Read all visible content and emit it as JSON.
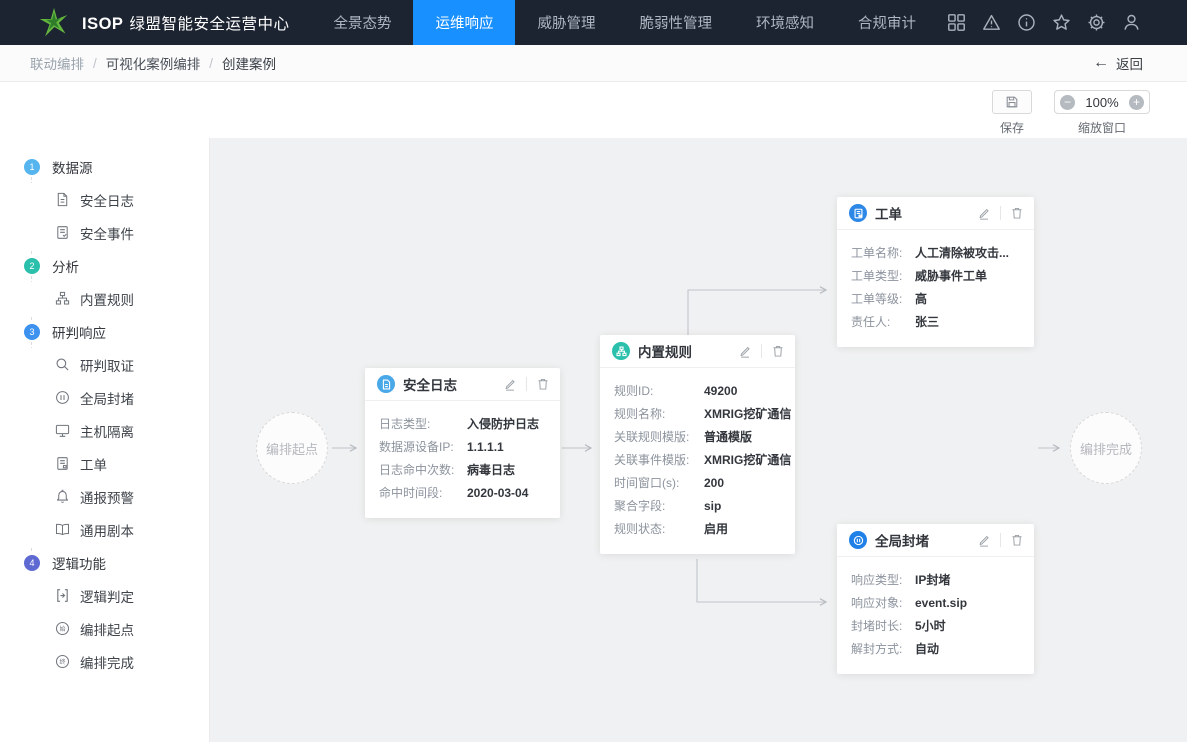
{
  "colors": {
    "accent": "#1890ff",
    "navbar_bg": "#1c2431",
    "canvas_bg": "#f0f1f2",
    "section_1": "#56b4ef",
    "section_2": "#2ac0ab",
    "section_3": "#3d92f0",
    "section_4": "#5e6ad2",
    "node_log_icon": "#49a8e8",
    "node_rule_icon": "#2ac0ab",
    "node_ticket_icon": "#2d87e6",
    "node_block_icon": "#1f80e8",
    "logo_green": "#63b63e"
  },
  "navbar": {
    "brand_bold": "ISOP",
    "brand_rest": "绿盟智能安全运营中心",
    "menu": [
      {
        "label": "全景态势",
        "active": false
      },
      {
        "label": "运维响应",
        "active": true
      },
      {
        "label": "威胁管理",
        "active": false
      },
      {
        "label": "脆弱性管理",
        "active": false
      },
      {
        "label": "环境感知",
        "active": false
      },
      {
        "label": "合规审计",
        "active": false
      }
    ],
    "icons": [
      "apps-grid",
      "alert-triangle",
      "info-circle",
      "star",
      "settings-gear",
      "user"
    ]
  },
  "breadcrumb": {
    "items": [
      "联动编排",
      "可视化案例编排",
      "创建案例"
    ],
    "separator": "/",
    "back_arrow": "←",
    "back_label": "返回"
  },
  "toolbar": {
    "save_label": "保存",
    "zoom_out": "−",
    "zoom_value": "100%",
    "zoom_in": "+",
    "zoom_label": "缩放窗口"
  },
  "sidebar": {
    "sections": [
      {
        "num": "1",
        "label": "数据源",
        "color": "#56b4ef",
        "items": [
          {
            "icon": "file-icon",
            "label": "安全日志"
          },
          {
            "icon": "file-check-icon",
            "label": "安全事件"
          }
        ]
      },
      {
        "num": "2",
        "label": "分析",
        "color": "#2ac0ab",
        "items": [
          {
            "icon": "org-chart-icon",
            "label": "内置规则"
          }
        ]
      },
      {
        "num": "3",
        "label": "研判响应",
        "color": "#3d92f0",
        "items": [
          {
            "icon": "search-icon",
            "label": "研判取证"
          },
          {
            "icon": "pause-circle-icon",
            "label": "全局封堵"
          },
          {
            "icon": "monitor-icon",
            "label": "主机隔离"
          },
          {
            "icon": "clipboard-icon",
            "label": "工单"
          },
          {
            "icon": "bell-icon",
            "label": "通报预警"
          },
          {
            "icon": "book-icon",
            "label": "通用剧本"
          }
        ]
      },
      {
        "num": "4",
        "label": "逻辑功能",
        "color": "#5e6ad2",
        "items": [
          {
            "icon": "fork-icon",
            "label": "逻辑判定"
          },
          {
            "icon": "start-circle-icon",
            "label": "编排起点"
          },
          {
            "icon": "end-circle-icon",
            "label": "编排完成"
          }
        ]
      }
    ]
  },
  "canvas": {
    "start_node": "编排起点",
    "end_node": "编排完成",
    "nodes": [
      {
        "title": "安全日志",
        "icon": "file-icon",
        "icon_color": "#49a8e8",
        "fields": [
          {
            "label": "日志类型:",
            "value": "入侵防护日志"
          },
          {
            "label": "数据源设备IP:",
            "value": "1.1.1.1"
          },
          {
            "label": "日志命中次数:",
            "value": "病毒日志"
          },
          {
            "label": "命中时间段:",
            "value": "2020-03-04"
          }
        ]
      },
      {
        "title": "内置规则",
        "icon": "org-chart-icon",
        "icon_color": "#2ac0ab",
        "fields": [
          {
            "label": "规则ID:",
            "value": "49200"
          },
          {
            "label": "规则名称:",
            "value": "XMRIG挖矿通信"
          },
          {
            "label": "关联规则模版:",
            "value": "普通模版"
          },
          {
            "label": "关联事件模版:",
            "value": "XMRIG挖矿通信"
          },
          {
            "label": "时间窗口(s):",
            "value": "200"
          },
          {
            "label": "聚合字段:",
            "value": "sip"
          },
          {
            "label": "规则状态:",
            "value": "启用"
          }
        ]
      },
      {
        "title": "工单",
        "icon": "clipboard-icon",
        "icon_color": "#2d87e6",
        "fields": [
          {
            "label": "工单名称:",
            "value": "人工清除被攻击..."
          },
          {
            "label": "工单类型:",
            "value": "威胁事件工单"
          },
          {
            "label": "工单等级:",
            "value": "高"
          },
          {
            "label": "责任人:",
            "value": "张三"
          }
        ]
      },
      {
        "title": "全局封堵",
        "icon": "pause-circle-icon",
        "icon_color": "#1f80e8",
        "fields": [
          {
            "label": "响应类型:",
            "value": "IP封堵"
          },
          {
            "label": "响应对象:",
            "value": "event.sip"
          },
          {
            "label": "封堵时长:",
            "value": "5小时"
          },
          {
            "label": "解封方式:",
            "value": "自动"
          }
        ]
      }
    ]
  }
}
